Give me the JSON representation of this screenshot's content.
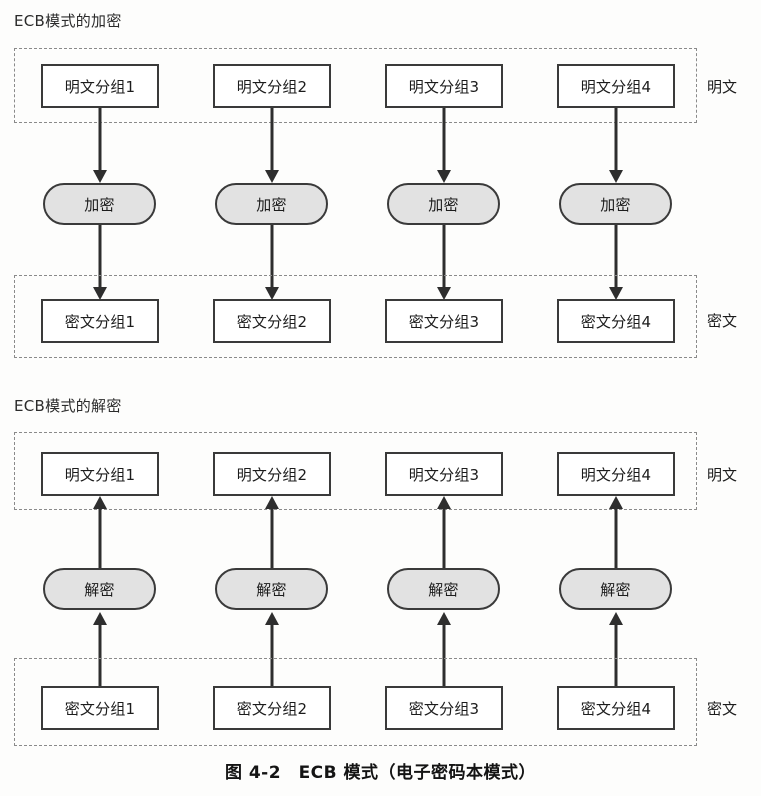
{
  "figure": {
    "caption": "图 4-2　ECB 模式（电子密码本模式）"
  },
  "sections": [
    {
      "id": "encryption",
      "title": "ECB模式的加密",
      "top_group": {
        "label": "明文",
        "blocks": [
          "明文分组1",
          "明文分组2",
          "明文分组3",
          "明文分组4"
        ]
      },
      "operations": [
        "加密",
        "加密",
        "加密",
        "加密"
      ],
      "bottom_group": {
        "label": "密文",
        "blocks": [
          "密文分组1",
          "密文分组2",
          "密文分组3",
          "密文分组4"
        ]
      },
      "flow_direction": "down"
    },
    {
      "id": "decryption",
      "title": "ECB模式的解密",
      "top_group": {
        "label": "明文",
        "blocks": [
          "明文分组1",
          "明文分组2",
          "明文分组3",
          "明文分组4"
        ]
      },
      "operations": [
        "解密",
        "解密",
        "解密",
        "解密"
      ],
      "bottom_group": {
        "label": "密文",
        "blocks": [
          "密文分组1",
          "密文分组2",
          "密文分组3",
          "密文分组4"
        ]
      },
      "flow_direction": "up"
    }
  ],
  "colors": {
    "op_fill": "#e2e2e2",
    "block_fill": "#ffffff",
    "stroke": "#3a3a3a",
    "arrow": "#2e2e2e",
    "dashed": "#8a8a8a",
    "background": "#fdfdfc"
  }
}
